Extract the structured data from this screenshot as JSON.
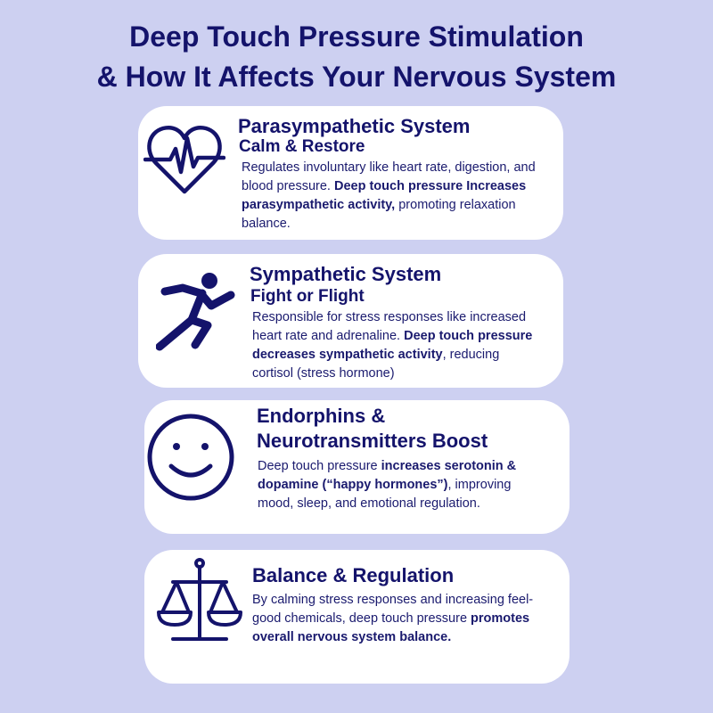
{
  "title": {
    "line1": "Deep Touch Pressure Stimulation",
    "line2": "& How It Affects Your Nervous System"
  },
  "cards": [
    {
      "icon": "heart-pulse-icon",
      "heading": "Parasympathetic System",
      "subheading": "Calm & Restore",
      "body": [
        {
          "t": "Regulates involuntary like heart rate, digestion, and blood pressure. ",
          "b": false
        },
        {
          "t": "Deep touch pressure Increases parasympathetic activity,",
          "b": true
        },
        {
          "t": " promoting relaxation balance.",
          "b": false
        }
      ]
    },
    {
      "icon": "running-person-icon",
      "heading": "Sympathetic System",
      "subheading": "Fight or Flight",
      "body": [
        {
          "t": "Responsible for stress responses like increased heart rate and adrenaline. ",
          "b": false
        },
        {
          "t": "Deep touch pressure decreases sympathetic activity",
          "b": true
        },
        {
          "t": ", reducing cortisol (stress hormone)",
          "b": false
        }
      ]
    },
    {
      "icon": "smiley-face-icon",
      "heading": "Endorphins &",
      "subheading": "Neurotransmitters Boost",
      "body": [
        {
          "t": "Deep touch pressure ",
          "b": false
        },
        {
          "t": "increases serotonin & dopamine (“happy hormones”)",
          "b": true
        },
        {
          "t": ", improving mood, sleep, and emotional regulation.",
          "b": false
        }
      ]
    },
    {
      "icon": "balance-scale-icon",
      "heading": "Balance & Regulation",
      "subheading": "",
      "body": [
        {
          "t": "By calming stress responses and increasing feel-good chemicals, deep touch pressure ",
          "b": false
        },
        {
          "t": "promotes overall nervous system balance.",
          "b": true
        }
      ]
    }
  ]
}
